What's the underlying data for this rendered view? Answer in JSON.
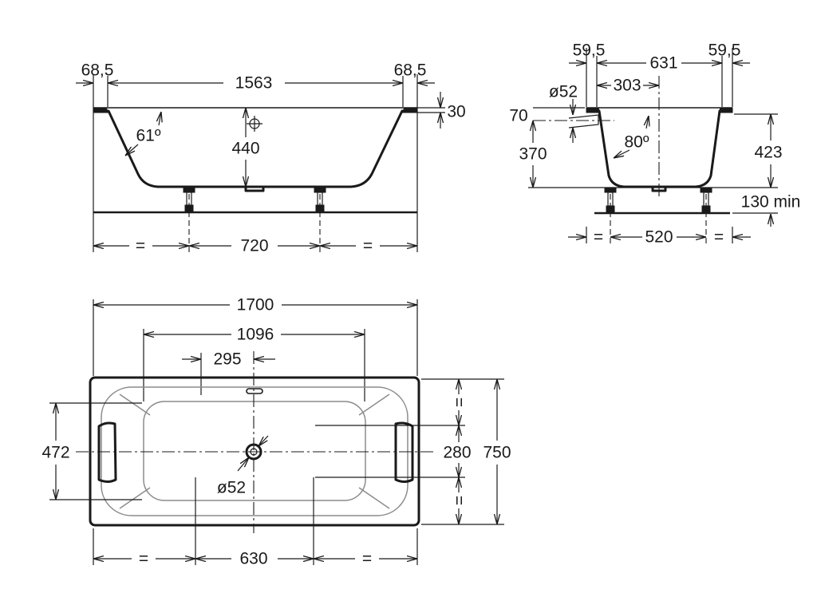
{
  "side_view": {
    "left_overhang": "68,5",
    "inner_length": "1563",
    "right_overhang": "68,5",
    "rim_thickness": "30",
    "wall_angle": "61º",
    "depth": "440",
    "left_equal": "=",
    "leg_spacing": "720",
    "right_equal": "="
  },
  "end_view": {
    "left_overhang": "59,5",
    "inner_width": "631",
    "right_overhang": "59,5",
    "overflow_diameter": "ø52",
    "overflow_offset": "303",
    "overflow_from_rim": "70",
    "overflow_height": "370",
    "wall_angle": "80º",
    "height": "423",
    "floor_clearance": "130 min",
    "left_equal": "=",
    "leg_spacing": "520",
    "right_equal": "="
  },
  "plan_view": {
    "total_length": "1700",
    "basin_length": "1096",
    "overflow_offset": "295",
    "basin_width": "472",
    "top_equal": "=",
    "drain_zone": "280",
    "bottom_equal": "=",
    "total_width": "750",
    "drain_diameter": "ø52",
    "left_equal": "=",
    "span": "630",
    "right_equal": "="
  },
  "colors": {
    "line": "#1a1a1a",
    "basin_outline": "#8c8c8c",
    "background": "#ffffff"
  }
}
